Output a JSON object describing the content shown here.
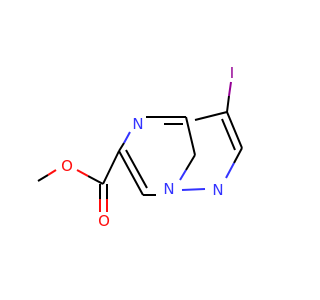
{
  "molecule": {
    "atoms": {
      "iodine": {
        "symbol": "I"
      },
      "ring_n_top": {
        "symbol": "N"
      },
      "ring_n_bridge": {
        "symbol": "N"
      },
      "ring_n_pyrazole": {
        "symbol": "N"
      },
      "carbonyl_o": {
        "symbol": "O"
      },
      "ester_o": {
        "symbol": "O"
      }
    },
    "colors": {
      "carbon": "#000000",
      "nitrogen": "#3333ff",
      "oxygen": "#ff0d0d",
      "iodine": "#940094",
      "background": "#ffffff"
    }
  }
}
